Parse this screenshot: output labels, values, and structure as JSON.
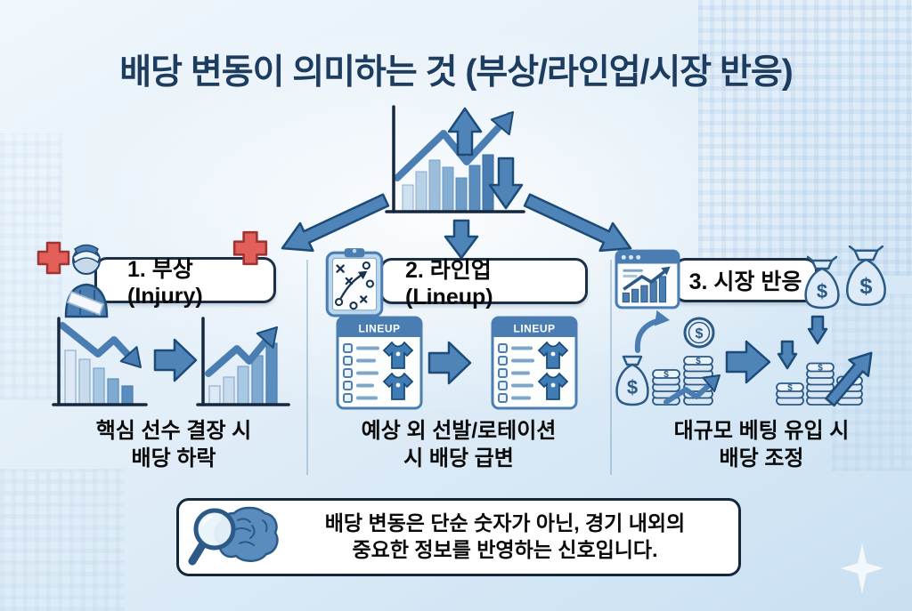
{
  "title": "배당 변동이 의미하는 것 (부상/라인업/시장 반응)",
  "columns": [
    {
      "header": "1. 부상 (Injury)",
      "caption": [
        "핵심 선수 결장 시",
        "배당 하락"
      ]
    },
    {
      "header": "2. 라인업 (Lineup)",
      "card_label": "LINEUP",
      "caption": [
        "예상 외 선발/로테이션",
        "시 배당 급변"
      ]
    },
    {
      "header": "3. 시장 반응",
      "caption": [
        "대규모 베팅 유입 시",
        "배당 조정"
      ]
    }
  ],
  "footer": {
    "line1": "배당 변동은 단순 숫자가 아닌, 경기 내외의",
    "line2": "중요한 정보를 반영하는 신호입니다."
  },
  "symbols": {
    "dollar": "$"
  },
  "icons": {
    "center": "odds-trend-chart-icon",
    "column1_header": "injured-player-icon",
    "column1_badge": "red-cross-icon",
    "column2_header": "tactics-clipboard-icon",
    "column3_header": "market-chart-window-icon",
    "column3_badge": "money-bags-icon",
    "footer": "magnifier-brain-icon",
    "decoration": "sparkle-icon"
  },
  "colors": {
    "title_text": "#1c3c60",
    "arrow_fill": "#4f84b8",
    "arrow_outline": "#1c4b78",
    "box_border": "#1b2f47",
    "cross_red": "#e25f5a",
    "background_top": "#f0f7fc",
    "background_bottom": "#c9e0f2",
    "body_text": "#0a0a0a"
  }
}
